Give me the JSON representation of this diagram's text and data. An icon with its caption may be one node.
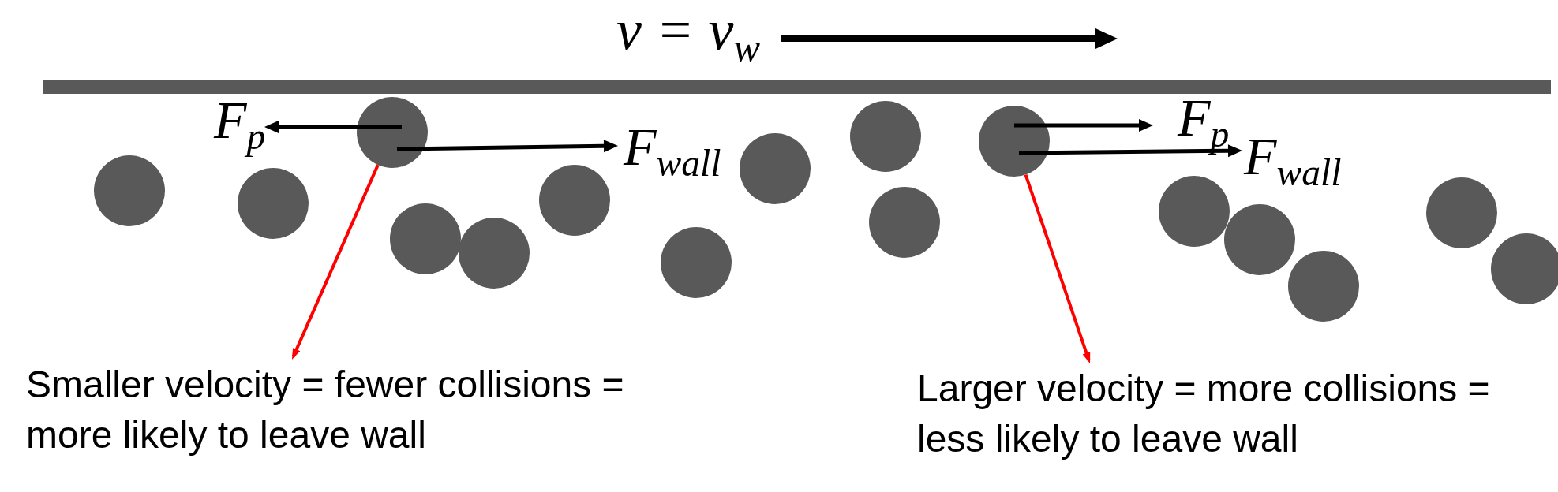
{
  "diagram": {
    "nodes": [
      {
        "text": [],
        "shape": "bar"
      },
      {
        "text": [],
        "shape": "circle"
      },
      {
        "text": [],
        "shape": "circle"
      },
      {
        "text": [],
        "shape": "circle"
      },
      {
        "text": [],
        "shape": "circle"
      },
      {
        "text": [],
        "shape": "circle"
      },
      {
        "text": [],
        "shape": "circle"
      },
      {
        "text": [],
        "shape": "circle"
      },
      {
        "text": [],
        "shape": "circle"
      },
      {
        "text": [],
        "shape": "circle"
      },
      {
        "text": [],
        "shape": "circle"
      },
      {
        "text": [],
        "shape": "circle"
      },
      {
        "text": [],
        "shape": "circle"
      },
      {
        "text": [],
        "shape": "circle"
      },
      {
        "text": [],
        "shape": "circle"
      },
      {
        "text": [],
        "shape": "circle"
      },
      {
        "text": [],
        "shape": "circle"
      },
      {
        "text": [
          "Smaller velocity = fewer collisions = more likely to leave wall"
        ]
      },
      {
        "text": [
          "Larger velocity = more collisions = less likely to leave wall"
        ]
      }
    ],
    "edges": [
      {
        "from": 3,
        "to": 17,
        "arrow": "to",
        "color": "#ff0000"
      },
      {
        "from": 11,
        "to": 18,
        "arrow": "to",
        "color": "#ff0000"
      }
    ],
    "labels": [
      "v = v$_{w}$",
      "F$_{p}$",
      "F$_{wall}$",
      "F$_{p}$",
      "F$_{wall}$"
    ]
  }
}
